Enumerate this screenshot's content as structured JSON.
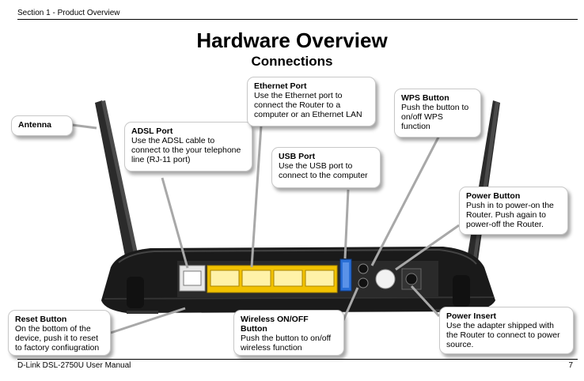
{
  "header": {
    "section": "Section 1 - Product Overview"
  },
  "title": "Hardware Overview",
  "subtitle": "Connections",
  "callouts": {
    "antenna": {
      "title": "Antenna"
    },
    "adsl": {
      "title": "ADSL Port",
      "desc": "Use the ADSL cable to connect to the your telephone line (RJ-11 port)"
    },
    "ethernet": {
      "title": "Ethernet Port",
      "desc": "Use the Ethernet port to connect the Router to a computer or an Ethernet LAN"
    },
    "usb": {
      "title": "USB Port",
      "desc": "Use the USB port to connect to the computer"
    },
    "wps": {
      "title": "WPS Button",
      "desc": "Push the button to on/off WPS function"
    },
    "power_button": {
      "title": "Power Button",
      "desc": "Push in to power-on the Router. Push again to power-off the Router."
    },
    "reset": {
      "title": "Reset Button",
      "desc": "On the bottom of the device,  push it to reset to factory confiugration"
    },
    "wireless": {
      "title": "Wireless ON/OFF Button",
      "desc": "Push the button to on/off wireless function"
    },
    "power_insert": {
      "title": "Power Insert",
      "desc": "Use the adapter shipped with the Router to connect to power source."
    }
  },
  "footer": {
    "manual": "D-Link DSL-2750U User Manual",
    "page": "7"
  },
  "colors": {
    "port_yellow": "#f2c200",
    "usb_blue": "#2a6fd6",
    "router_black": "#1a1a1a",
    "pointer_gray": "#a8a8a8"
  }
}
